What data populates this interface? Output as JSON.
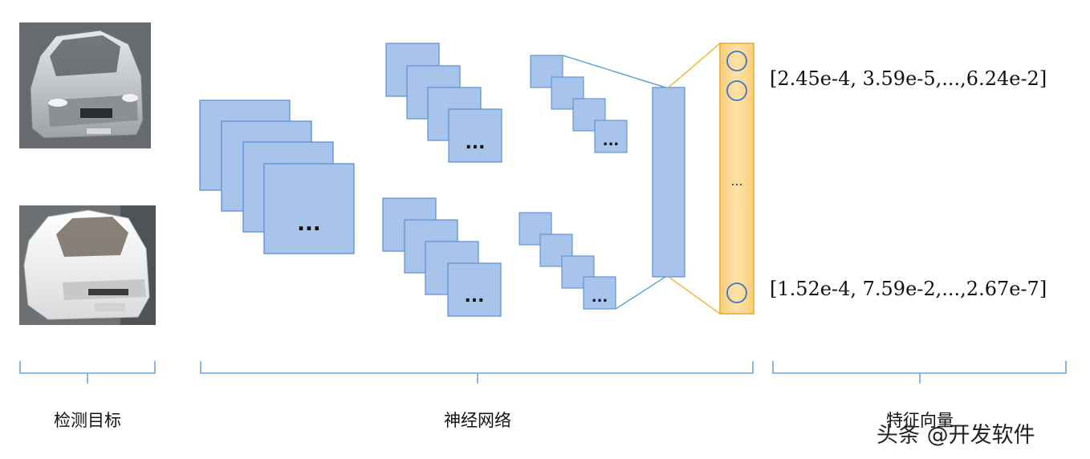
{
  "captions": {
    "detection_target": "检测目标",
    "neural_network": "神经网络",
    "feature_vector": "特征向量"
  },
  "vectors": {
    "top": "[2.45e-4, 3.59e-5,...,6.24e-2]",
    "bottom": "[1.52e-4, 7.59e-2,...,2.67e-7]"
  },
  "ellipsis": "...",
  "watermark": "头条 @开发软件",
  "colors": {
    "block_fill": "#a9c4ea",
    "block_stroke": "#5b8fd3",
    "feature_fill": "#fbd58a",
    "feature_stroke": "#e7a92e",
    "node_stroke": "#3f74c8",
    "connector_blue": "#3f9bd6",
    "connector_orange": "#f0b020",
    "brace": "#6aa4d8"
  },
  "images": [
    "silver-car",
    "white-car"
  ]
}
